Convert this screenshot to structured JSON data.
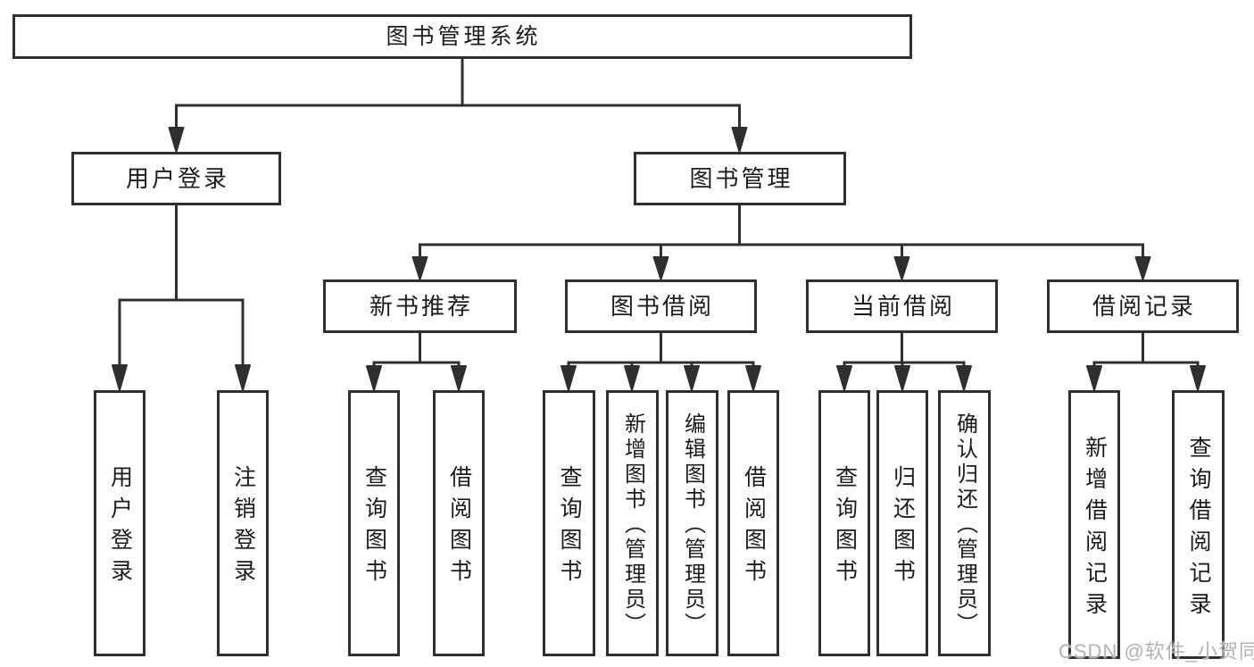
{
  "root": {
    "label": "图书管理系统"
  },
  "level2": [
    {
      "label": "用户登录"
    },
    {
      "label": "图书管理"
    }
  ],
  "level3": [
    {
      "label": "新书推荐"
    },
    {
      "label": "图书借阅"
    },
    {
      "label": "当前借阅"
    },
    {
      "label": "借阅记录"
    }
  ],
  "leaves": {
    "user_login": [
      {
        "label": "用户登录"
      },
      {
        "label": "注销登录"
      }
    ],
    "new_book": [
      {
        "label": "查询图书"
      },
      {
        "label": "借阅图书"
      }
    ],
    "book_borrow": [
      {
        "label": "查询图书"
      },
      {
        "label": "新增图书（管理员）"
      },
      {
        "label": "编辑图书（管理员）"
      },
      {
        "label": "借阅图书"
      }
    ],
    "current_borrow": [
      {
        "label": "查询图书"
      },
      {
        "label": "归还图书"
      },
      {
        "label": "确认归还（管理员）"
      }
    ],
    "borrow_record": [
      {
        "label": "新增借阅记录"
      },
      {
        "label": "查询借阅记录"
      }
    ]
  },
  "watermark": {
    "label": "CSDN @软件_小贺同学"
  },
  "colors": {
    "line": "#2f2f2f",
    "border": "#2f2f2f",
    "text": "#1c1c1c",
    "watermark": "#b3b3b3",
    "background": "#ffffff"
  }
}
